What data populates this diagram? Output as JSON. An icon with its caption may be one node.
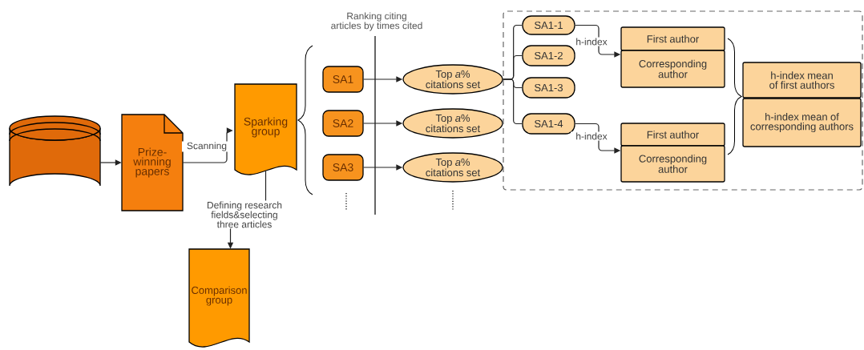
{
  "diagram": {
    "nodes": [
      {
        "text": [],
        "shape": "cylinder"
      },
      {
        "text": [
          "Prize-winning papers"
        ]
      },
      {
        "text": [
          "Sparking group"
        ]
      },
      {
        "text": [
          "Comparison group"
        ]
      },
      {
        "text": [
          "SA1"
        ]
      },
      {
        "text": [
          "SA2"
        ]
      },
      {
        "text": [
          "SA3"
        ]
      },
      {
        "text": [
          "Top *a*% citations set"
        ]
      },
      {
        "text": [
          "Top *a*% citations set"
        ]
      },
      {
        "text": [
          "Top *a*% citations set"
        ]
      },
      {
        "text": [],
        "shape": "box"
      },
      {
        "text": [
          "SA1-1"
        ],
        "in": 10
      },
      {
        "text": [
          "SA1-2"
        ],
        "in": 10
      },
      {
        "text": [
          "SA1-3"
        ],
        "in": 10
      },
      {
        "text": [
          "SA1-4"
        ],
        "in": 10
      },
      {
        "text": [
          "First author"
        ],
        "in": 10
      },
      {
        "text": [
          "Corresponding author"
        ],
        "in": 10
      },
      {
        "text": [
          "First author"
        ],
        "in": 10
      },
      {
        "text": [
          "Corresponding author"
        ],
        "in": 10
      },
      {
        "text": [
          "h-index mean of first authors"
        ],
        "in": 10
      },
      {
        "text": [
          "h-index mean of corresponding authors"
        ],
        "in": 10
      }
    ],
    "edges": [
      {
        "from": 0,
        "to": 1,
        "arrow": "to"
      },
      {
        "from": 1,
        "to": 2,
        "arrow": "to",
        "label": "Scanning"
      },
      {
        "from": 2,
        "to": 3,
        "arrow": "to",
        "label": "Defining research fields&selecting three articles"
      },
      {
        "from": 4,
        "to": 7,
        "arrow": "to"
      },
      {
        "from": 5,
        "to": 8,
        "arrow": "to"
      },
      {
        "from": 6,
        "to": 9,
        "arrow": "to"
      },
      {
        "from": 7,
        "to": 11,
        "arrow": "none"
      },
      {
        "from": 7,
        "to": 12,
        "arrow": "none"
      },
      {
        "from": 7,
        "to": 13,
        "arrow": "none"
      },
      {
        "from": 7,
        "to": 14,
        "arrow": "none"
      },
      {
        "from": 11,
        "to": 16,
        "arrow": "to",
        "label": "h-index"
      },
      {
        "from": 14,
        "to": 18,
        "arrow": "to",
        "label": "h-index"
      }
    ],
    "labels": [
      "Ranking citing articles by times cited"
    ]
  }
}
